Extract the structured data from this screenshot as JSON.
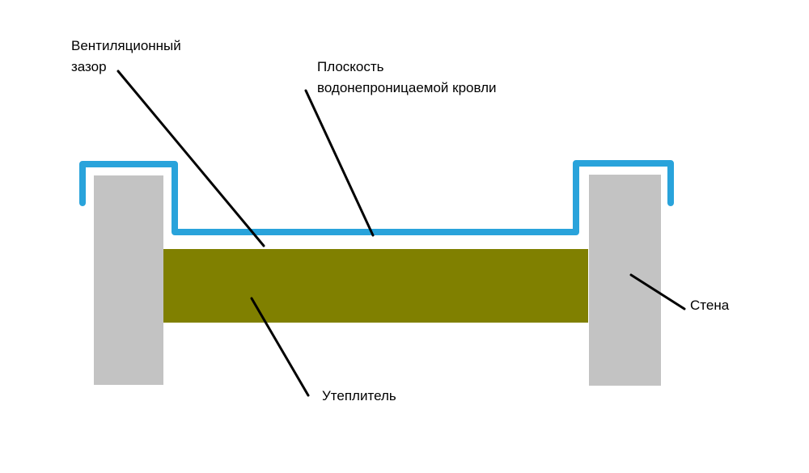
{
  "diagram": {
    "type": "construction-cross-section",
    "labels": {
      "ventilation_gap": "Вентиляционный\nзазор",
      "roof_plane": "Плоскость\nводонепроницаемой кровли",
      "wall": "Стена",
      "insulation": "Утеплитель"
    },
    "colors": {
      "background": "#ffffff",
      "wall": "#c3c3c3",
      "insulation": "#808000",
      "roof_membrane": "#29a3db",
      "leader_line": "#000000",
      "text": "#000000"
    }
  }
}
